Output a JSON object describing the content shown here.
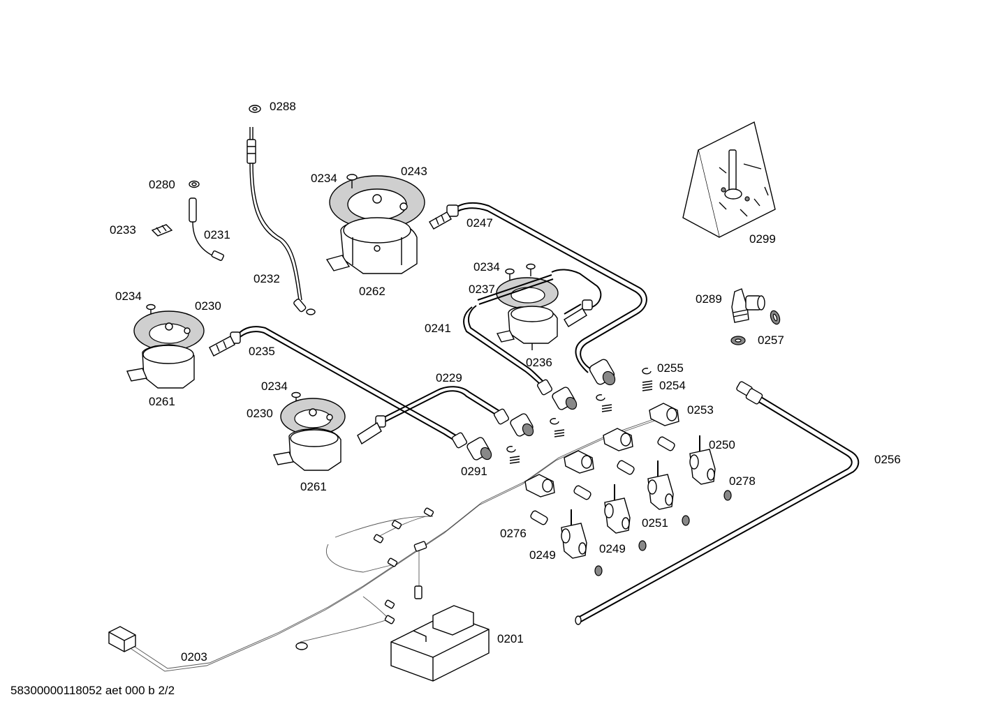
{
  "labels": {
    "l0288": "0288",
    "l0280": "0280",
    "l0233": "0233",
    "l0231": "0231",
    "l0232": "0232",
    "l0234a": "0234",
    "l0243": "0243",
    "l0247": "0247",
    "l0262": "0262",
    "l0299": "0299",
    "l0234b": "0234",
    "l0237": "0237",
    "l0241": "0241",
    "l0236": "0236",
    "l0234c": "0234",
    "l0230a": "0230",
    "l0235": "0235",
    "l0261a": "0261",
    "l0289": "0289",
    "l0257": "0257",
    "l0255": "0255",
    "l0254": "0254",
    "l0229": "0229",
    "l0234d": "0234",
    "l0230b": "0230",
    "l0261b": "0261",
    "l0291": "0291",
    "l0253": "0253",
    "l0250": "0250",
    "l0256": "0256",
    "l0278": "0278",
    "l0276": "0276",
    "l0251": "0251",
    "l0249a": "0249",
    "l0249b": "0249",
    "l0201": "0201",
    "l0203": "0203"
  },
  "footer": "58300000118052 aet 000 b 2/2"
}
